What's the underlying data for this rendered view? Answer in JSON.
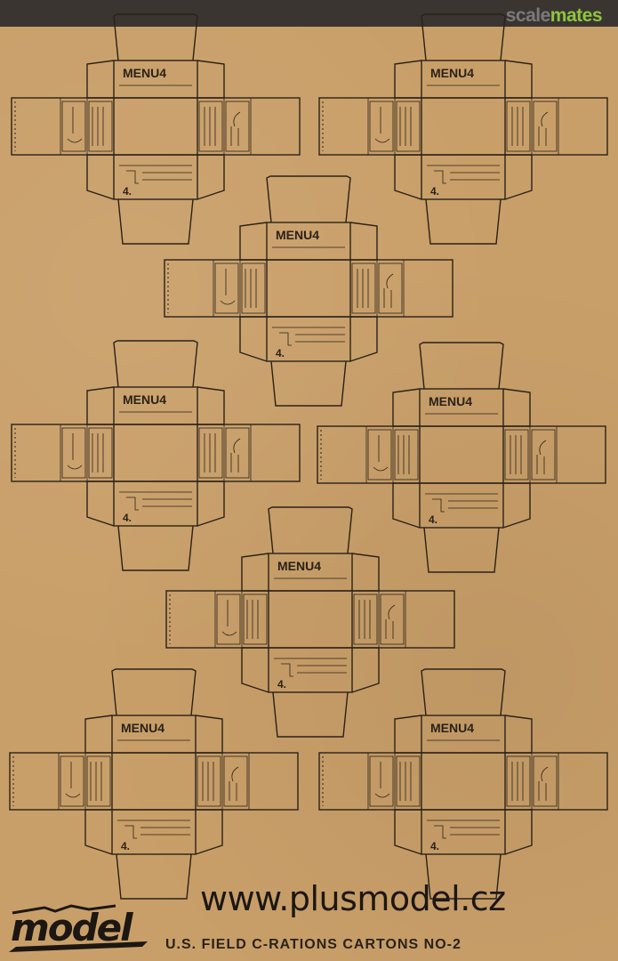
{
  "header": {
    "brand_part1": "scale",
    "brand_part2": "mates"
  },
  "carton": {
    "menu_label": "MENU4",
    "number_label": "4."
  },
  "footer": {
    "website": "www.plusmodel.cz",
    "logo_text": "model",
    "title": "U.S. FIELD C-RATIONS CARTONS NO-2"
  }
}
